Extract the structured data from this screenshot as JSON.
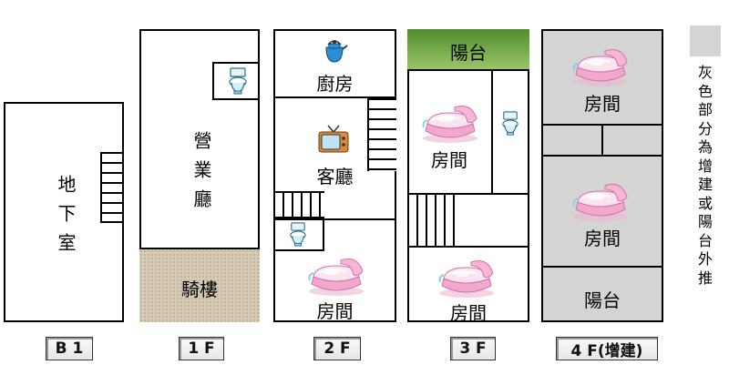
{
  "floors": {
    "b1": {
      "caption": "B 1",
      "room": "地下室"
    },
    "f1": {
      "caption": "1 F",
      "hall": "營業廳",
      "arcade": "騎樓"
    },
    "f2": {
      "caption": "2 F",
      "kitchen": "廚房",
      "living": "客廳",
      "bedroom": "房間"
    },
    "f3": {
      "caption": "3 F",
      "balcony": "陽台",
      "bedroom_top": "房間",
      "bedroom_bottom": "房間"
    },
    "f4": {
      "caption": "4 F(增建)",
      "bedroom_top": "房間",
      "bedroom_middle": "房間",
      "balcony": "陽台"
    }
  },
  "legend": {
    "text": "灰色部分為增建或陽台外推"
  },
  "colors": {
    "extension_gray": "#d4d4d4",
    "arcade_tan": "#d6cbb6",
    "balcony_green": "#7aa84e",
    "bed_pink": "#f2a8cc"
  },
  "icons": [
    "stairs-icon",
    "toilet-icon",
    "kettle-icon",
    "tv-icon",
    "bed-icon"
  ]
}
